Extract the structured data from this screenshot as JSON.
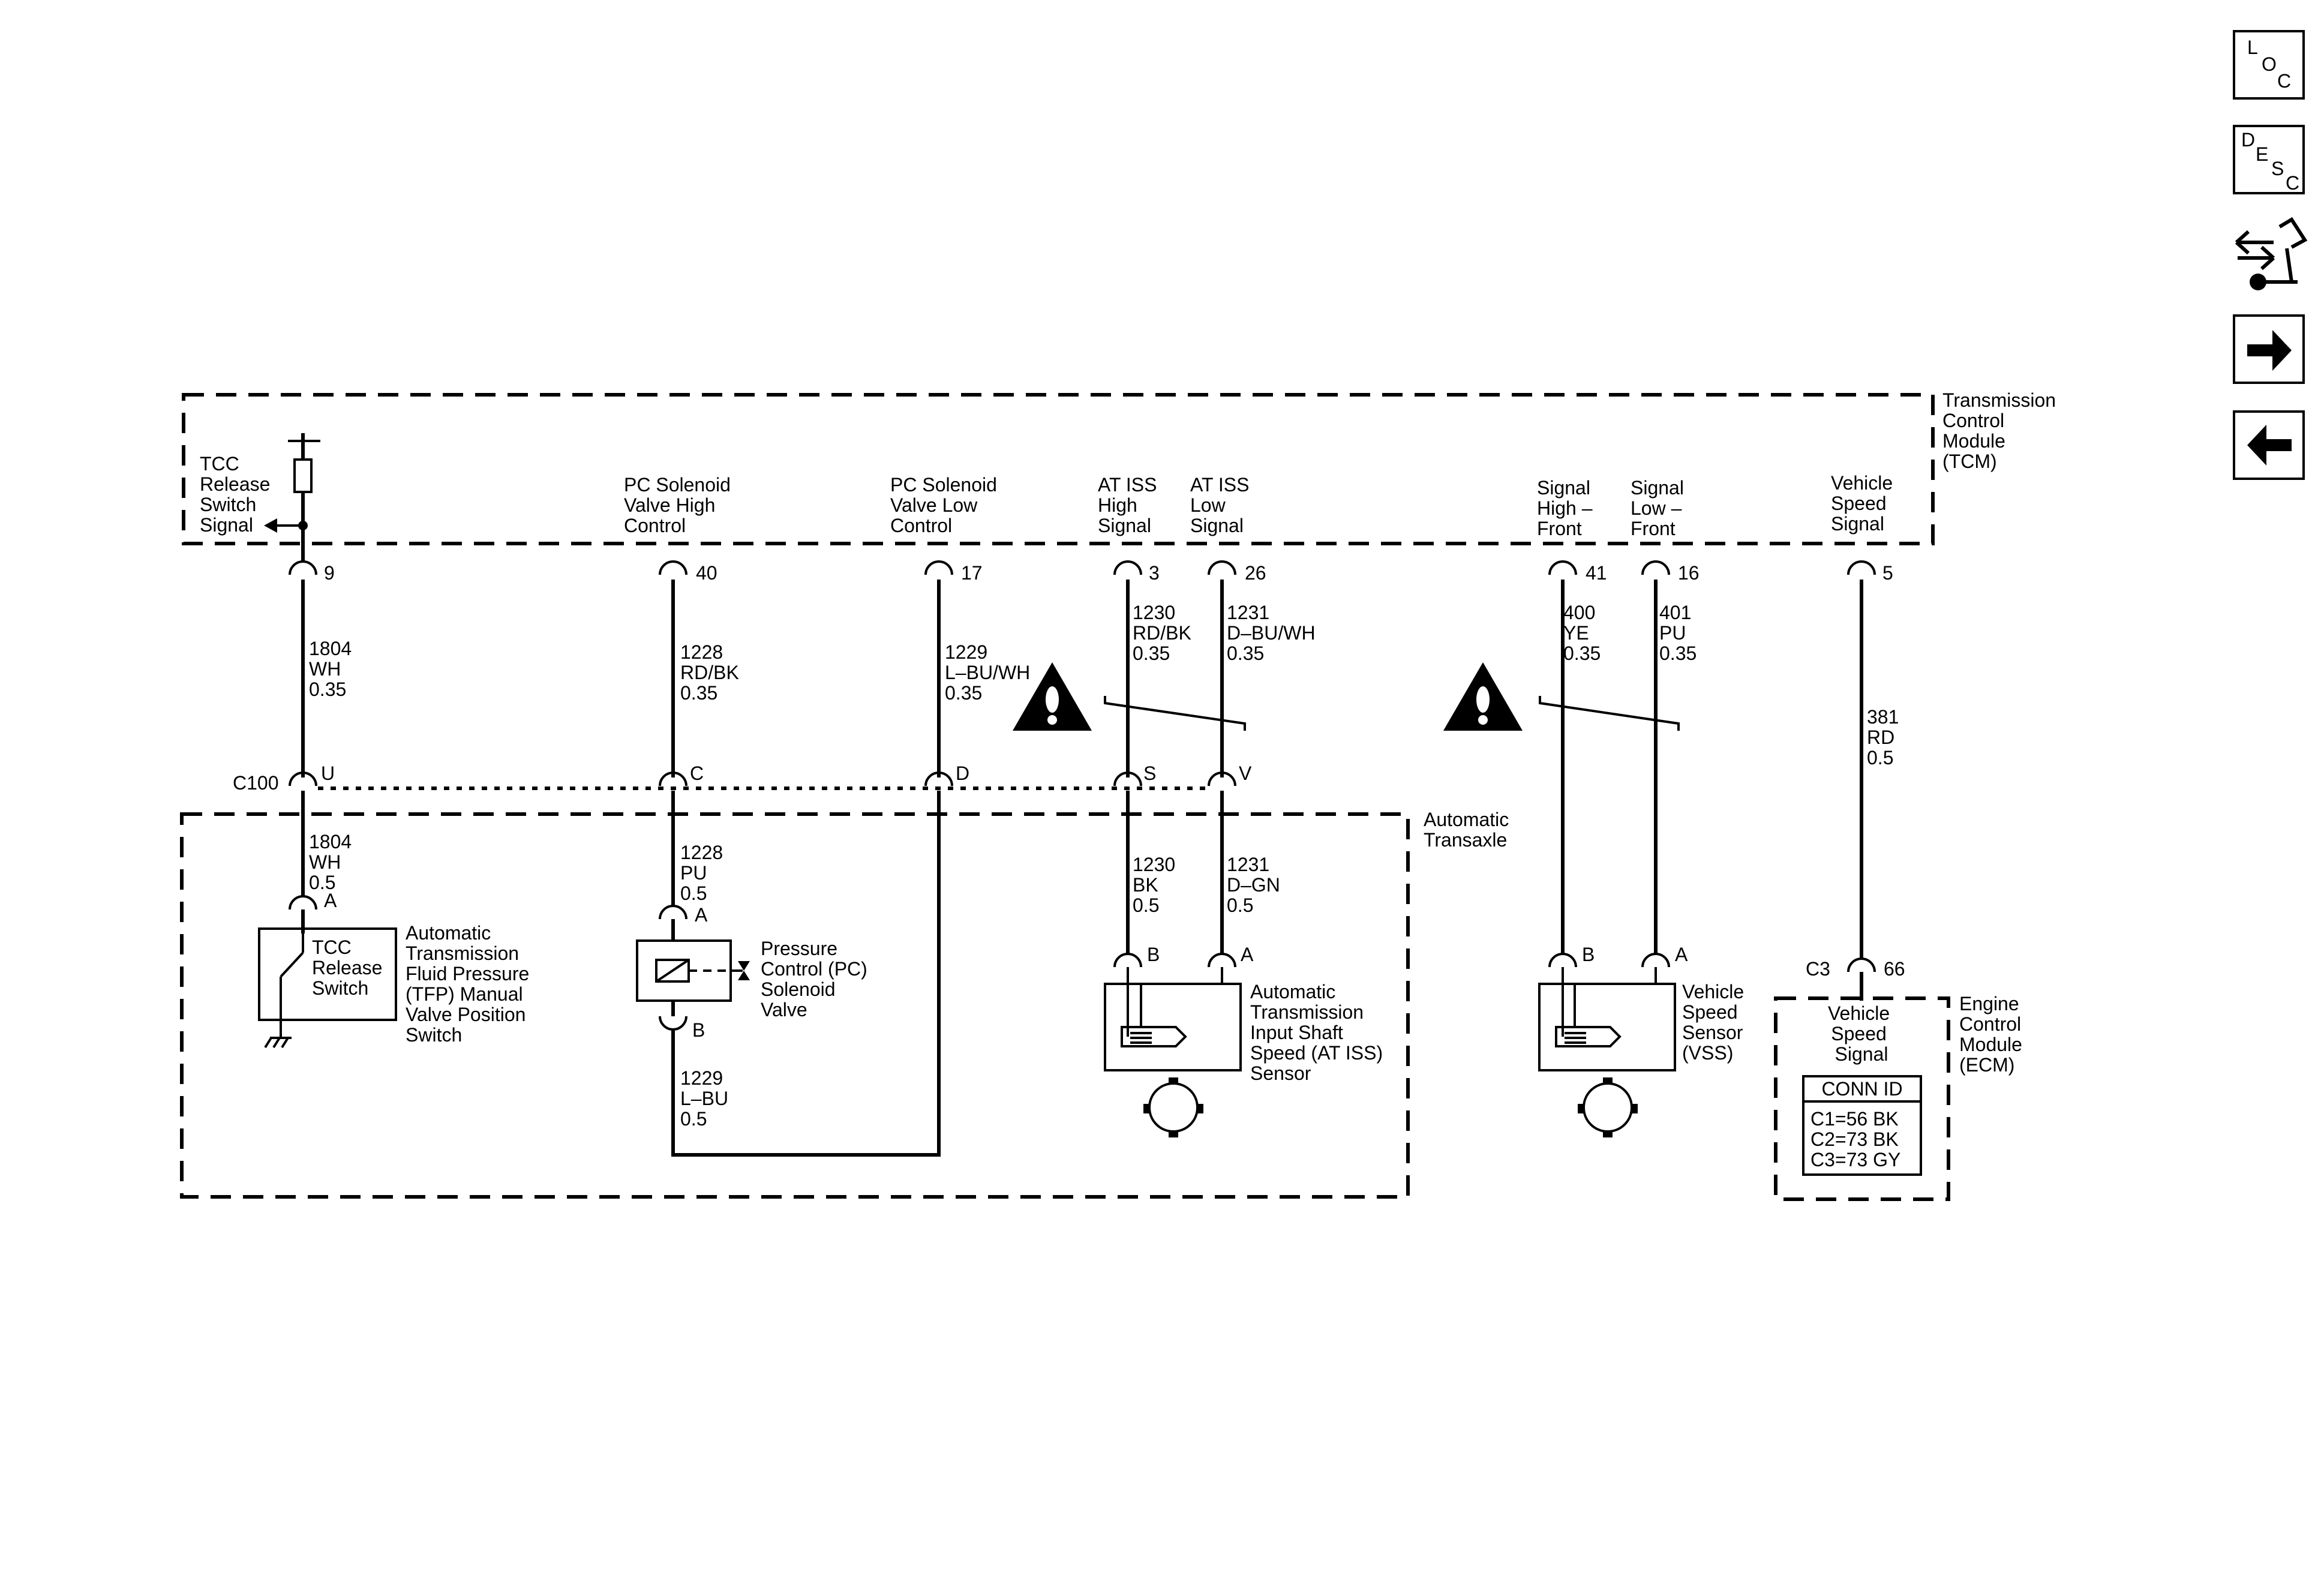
{
  "modules": {
    "tcm": [
      "Transmission",
      "Control",
      "Module",
      "(TCM)"
    ],
    "transaxle": [
      "Automatic",
      "Transaxle"
    ],
    "ecm": [
      "Engine",
      "Control",
      "Module",
      "(ECM)"
    ]
  },
  "tcm_pins": {
    "tcc": {
      "label": [
        "TCC",
        "Release",
        "Switch",
        "Signal"
      ],
      "pin": "9"
    },
    "pc_high": {
      "label": [
        "PC Solenoid",
        "Valve High",
        "Control"
      ],
      "pin": "40"
    },
    "pc_low": {
      "label": [
        "PC Solenoid",
        "Valve Low",
        "Control"
      ],
      "pin": "17"
    },
    "iss_high": {
      "label": [
        "AT ISS",
        "High",
        "Signal"
      ],
      "pin": "3"
    },
    "iss_low": {
      "label": [
        "AT ISS",
        "Low",
        "Signal"
      ],
      "pin": "26"
    },
    "vss_high": {
      "label": [
        "Signal",
        "High –",
        "Front"
      ],
      "pin": "41"
    },
    "vss_low": {
      "label": [
        "Signal",
        "Low –",
        "Front"
      ],
      "pin": "16"
    },
    "vspeed": {
      "label": [
        "Vehicle",
        "Speed",
        "Signal"
      ],
      "pin": "5"
    }
  },
  "wires_upper": {
    "w1804": [
      "1804",
      "WH",
      "0.35"
    ],
    "w1228": [
      "1228",
      "RD/BK",
      "0.35"
    ],
    "w1229": [
      "1229",
      "L–BU/WH",
      "0.35"
    ],
    "w1230": [
      "1230",
      "RD/BK",
      "0.35"
    ],
    "w1231": [
      "1231",
      "D–BU/WH",
      "0.35"
    ],
    "w400": [
      "400",
      "YE",
      "0.35"
    ],
    "w401": [
      "401",
      "PU",
      "0.35"
    ],
    "w381": [
      "381",
      "RD",
      "0.5"
    ]
  },
  "connector_c100": {
    "name": "C100",
    "pins": {
      "tcc": "U",
      "pc_high": "C",
      "pc_low": "D",
      "iss_high": "S",
      "iss_low": "V"
    }
  },
  "wires_lower": {
    "w1804": [
      "1804",
      "WH",
      "0.5"
    ],
    "w1228": [
      "1228",
      "PU",
      "0.5"
    ],
    "w1229": [
      "1229",
      "L–BU",
      "0.5"
    ],
    "w1230": [
      "1230",
      "BK",
      "0.5"
    ],
    "w1231": [
      "1231",
      "D–GN",
      "0.5"
    ]
  },
  "components": {
    "tcc_switch": {
      "pin": "A",
      "inner": [
        "TCC",
        "Release",
        "Switch"
      ],
      "label": [
        "Automatic",
        "Transmission",
        "Fluid Pressure",
        "(TFP) Manual",
        "Valve Position",
        "Switch"
      ]
    },
    "pc_solenoid": {
      "pin_a": "A",
      "pin_b": "B",
      "label": [
        "Pressure",
        "Control (PC)",
        "Solenoid",
        "Valve"
      ]
    },
    "iss_sensor": {
      "pin_b": "B",
      "pin_a": "A",
      "label": [
        "Automatic",
        "Transmission",
        "Input Shaft",
        "Speed (AT ISS)",
        "Sensor"
      ]
    },
    "vss_sensor": {
      "pin_b": "B",
      "pin_a": "A",
      "label": [
        "Vehicle",
        "Speed",
        "Sensor",
        "(VSS)"
      ]
    }
  },
  "ecm_input": {
    "connector": "C3",
    "pin": "66",
    "label": [
      "Vehicle",
      "Speed",
      "Signal"
    ],
    "conn_id_title": "CONN ID",
    "conn_id_rows": [
      "C1=56 BK",
      "C2=73 BK",
      "C3=73 GY"
    ]
  },
  "nav": {
    "loc": [
      "L",
      "O",
      "C"
    ],
    "desc": [
      "D",
      "E",
      "S",
      "C"
    ],
    "loc_icon": "location-icon",
    "desc_icon": "description-icon",
    "diag_icon": "diagnostic-wrench-icon",
    "next_icon": "arrow-right-icon",
    "prev_icon": "arrow-left-icon"
  }
}
